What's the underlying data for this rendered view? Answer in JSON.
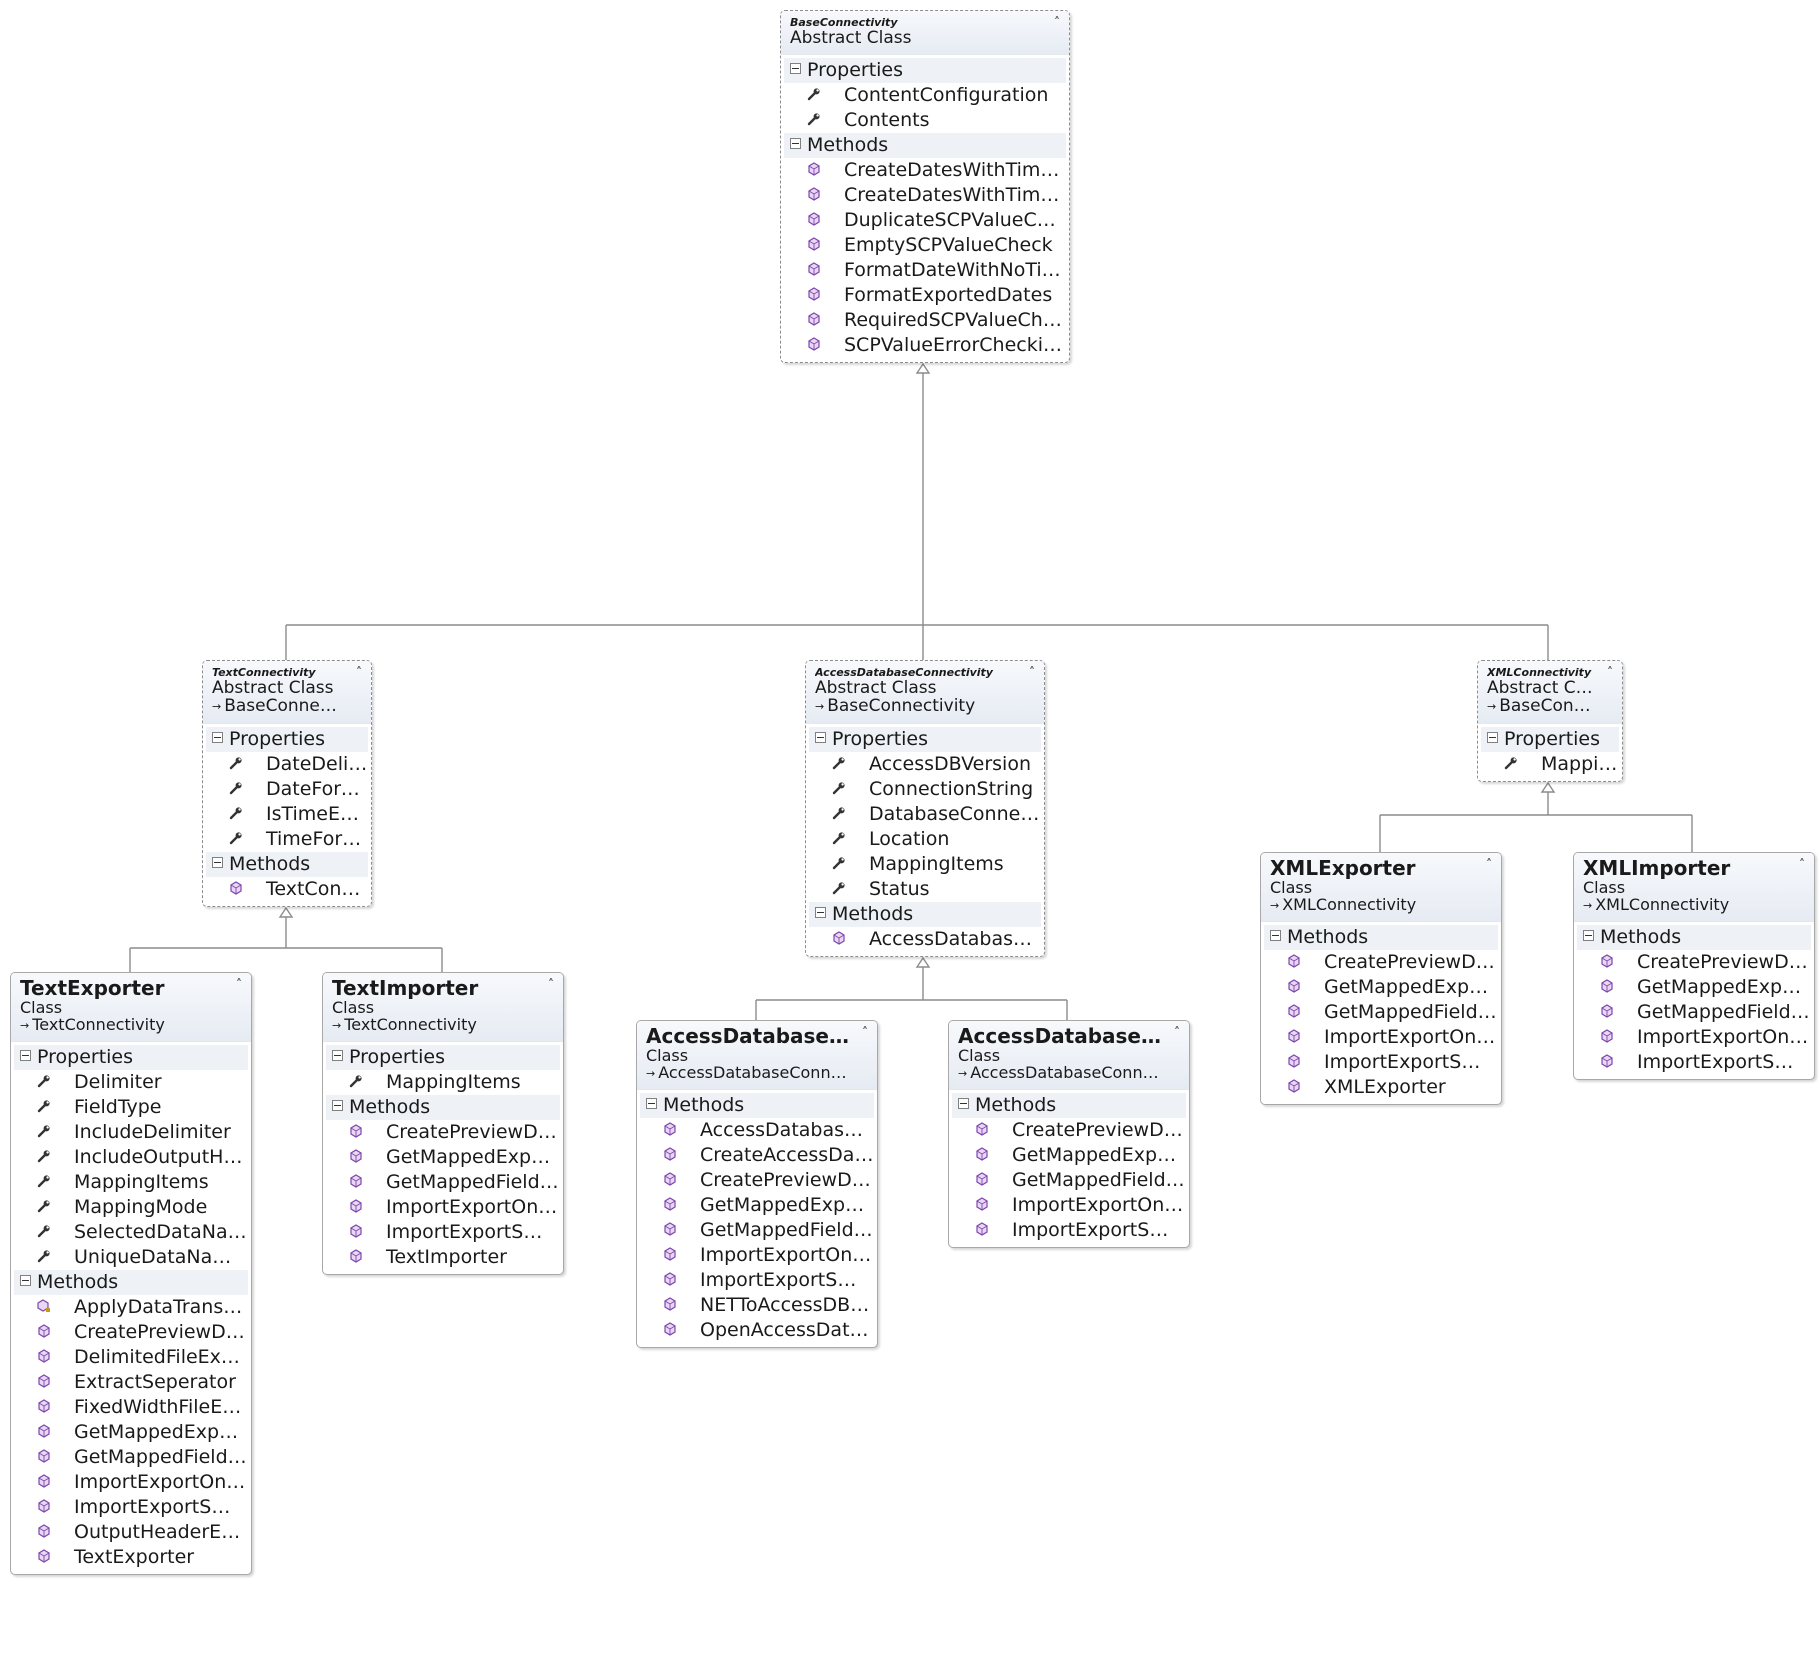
{
  "diagram": {
    "classes": [
      {
        "id": "BaseConnectivity",
        "name": "BaseConnectivity",
        "kind": "Abstract Class",
        "base": "",
        "abstract": true,
        "sections": [
          {
            "label": "Properties",
            "type": "property",
            "items": [
              "ContentConfiguration",
              "Contents"
            ]
          },
          {
            "label": "Methods",
            "type": "method",
            "items": [
              "CreateDatesWithTimei…",
              "CreateDatesWithTimei…",
              "DuplicateSCPValueCheck",
              "EmptySCPValueCheck",
              "FormatDateWithNoTi…",
              "FormatExportedDates",
              "RequiredSCPValueCheck",
              "SCPValueErrorChecking"
            ]
          }
        ]
      },
      {
        "id": "TextConnectivity",
        "name": "TextConnectivity",
        "kind": "Abstract Class",
        "base": "BaseConnectivity",
        "abstract": true,
        "sections": [
          {
            "label": "Properties",
            "type": "property",
            "items": [
              "DateDeli…",
              "DateForm…",
              "IsTimeExp…",
              "TimeFor…"
            ]
          },
          {
            "label": "Methods",
            "type": "method",
            "items": [
              "TextConn…"
            ]
          }
        ]
      },
      {
        "id": "AccessDatabaseConnectivity",
        "name": "AccessDatabaseConnectivity",
        "kind": "Abstract Class",
        "base": "BaseConnectivity",
        "abstract": true,
        "sections": [
          {
            "label": "Properties",
            "type": "property",
            "items": [
              "AccessDBVersion",
              "ConnectionString",
              "DatabaseConnect…",
              "Location",
              "MappingItems",
              "Status"
            ]
          },
          {
            "label": "Methods",
            "type": "method",
            "items": [
              "AccessDatabaseC…"
            ]
          }
        ]
      },
      {
        "id": "XMLConnectivity",
        "name": "XMLConnectivity",
        "kind": "Abstract Class",
        "base": "BaseConnec…",
        "abstract": true,
        "sections": [
          {
            "label": "Properties",
            "type": "property",
            "items": [
              "Mappi…"
            ]
          }
        ]
      },
      {
        "id": "TextExporter",
        "name": "TextExporter",
        "kind": "Class",
        "base": "TextConnectivity",
        "abstract": false,
        "sections": [
          {
            "label": "Properties",
            "type": "property",
            "items": [
              "Delimiter",
              "FieldType",
              "IncludeDelimiter",
              "IncludeOutputHe…",
              "MappingItems",
              "MappingMode",
              "SelectedDataNa…",
              "UniqueDataNames"
            ]
          },
          {
            "label": "Methods",
            "type": "method",
            "items": [
              "ApplyDataTransfo…",
              "CreatePreviewData",
              "DelimitedFileExpo…",
              "ExtractSeperator",
              "FixedWidthFileEx…",
              "GetMappedExpor…",
              "GetMappedField…",
              "ImportExportOne…",
              "ImportExportSma…",
              "OutputHeaderEx…",
              "TextExporter"
            ]
          }
        ]
      },
      {
        "id": "TextImporter",
        "name": "TextImporter",
        "kind": "Class",
        "base": "TextConnectivity",
        "abstract": false,
        "sections": [
          {
            "label": "Properties",
            "type": "property",
            "items": [
              "MappingItems"
            ]
          },
          {
            "label": "Methods",
            "type": "method",
            "items": [
              "CreatePreviewData",
              "GetMappedExpor…",
              "GetMappedField…",
              "ImportExportOne…",
              "ImportExportSma…",
              "TextImporter"
            ]
          }
        ]
      },
      {
        "id": "AccessDatabaseExporter",
        "name": "AccessDatabaseEx…",
        "kind": "Class",
        "base": "AccessDatabaseConnect…",
        "abstract": false,
        "sections": [
          {
            "label": "Methods",
            "type": "method",
            "items": [
              "AccessDatabaseE…",
              "CreateAccessData…",
              "CreatePreviewData",
              "GetMappedExpor…",
              "GetMappedField…",
              "ImportExportOne…",
              "ImportExportSma…",
              "NETToAccessDBT…",
              "OpenAccessData…"
            ]
          }
        ]
      },
      {
        "id": "AccessDatabaseImporter",
        "name": "AccessDatabaseIm…",
        "kind": "Class",
        "base": "AccessDatabaseConnect…",
        "abstract": false,
        "sections": [
          {
            "label": "Methods",
            "type": "method",
            "items": [
              "CreatePreviewData",
              "GetMappedExpor…",
              "GetMappedField…",
              "ImportExportOne…",
              "ImportExportSma…"
            ]
          }
        ]
      },
      {
        "id": "XMLExporter",
        "name": "XMLExporter",
        "kind": "Class",
        "base": "XMLConnectivity",
        "abstract": false,
        "sections": [
          {
            "label": "Methods",
            "type": "method",
            "items": [
              "CreatePreviewData",
              "GetMappedExpor…",
              "GetMappedField…",
              "ImportExportOne…",
              "ImportExportSma…",
              "XMLExporter"
            ]
          }
        ]
      },
      {
        "id": "XMLImporter",
        "name": "XMLImporter",
        "kind": "Class",
        "base": "XMLConnectivity",
        "abstract": false,
        "sections": [
          {
            "label": "Methods",
            "type": "method",
            "items": [
              "CreatePreviewData",
              "GetMappedExpor…",
              "GetMappedField…",
              "ImportExportOne…",
              "ImportExportSma…"
            ]
          }
        ]
      }
    ],
    "inheritance": [
      {
        "child": "TextConnectivity",
        "parent": "BaseConnectivity"
      },
      {
        "child": "AccessDatabaseConnectivity",
        "parent": "BaseConnectivity"
      },
      {
        "child": "XMLConnectivity",
        "parent": "BaseConnectivity"
      },
      {
        "child": "TextExporter",
        "parent": "TextConnectivity"
      },
      {
        "child": "TextImporter",
        "parent": "TextConnectivity"
      },
      {
        "child": "AccessDatabaseExporter",
        "parent": "AccessDatabaseConnectivity"
      },
      {
        "child": "AccessDatabaseImporter",
        "parent": "AccessDatabaseConnectivity"
      },
      {
        "child": "XMLExporter",
        "parent": "XMLConnectivity"
      },
      {
        "child": "XMLImporter",
        "parent": "XMLConnectivity"
      }
    ],
    "special_member_icons": {
      "TextExporter": {
        "ApplyDataTransfo…": "protected-method-icon"
      }
    }
  }
}
